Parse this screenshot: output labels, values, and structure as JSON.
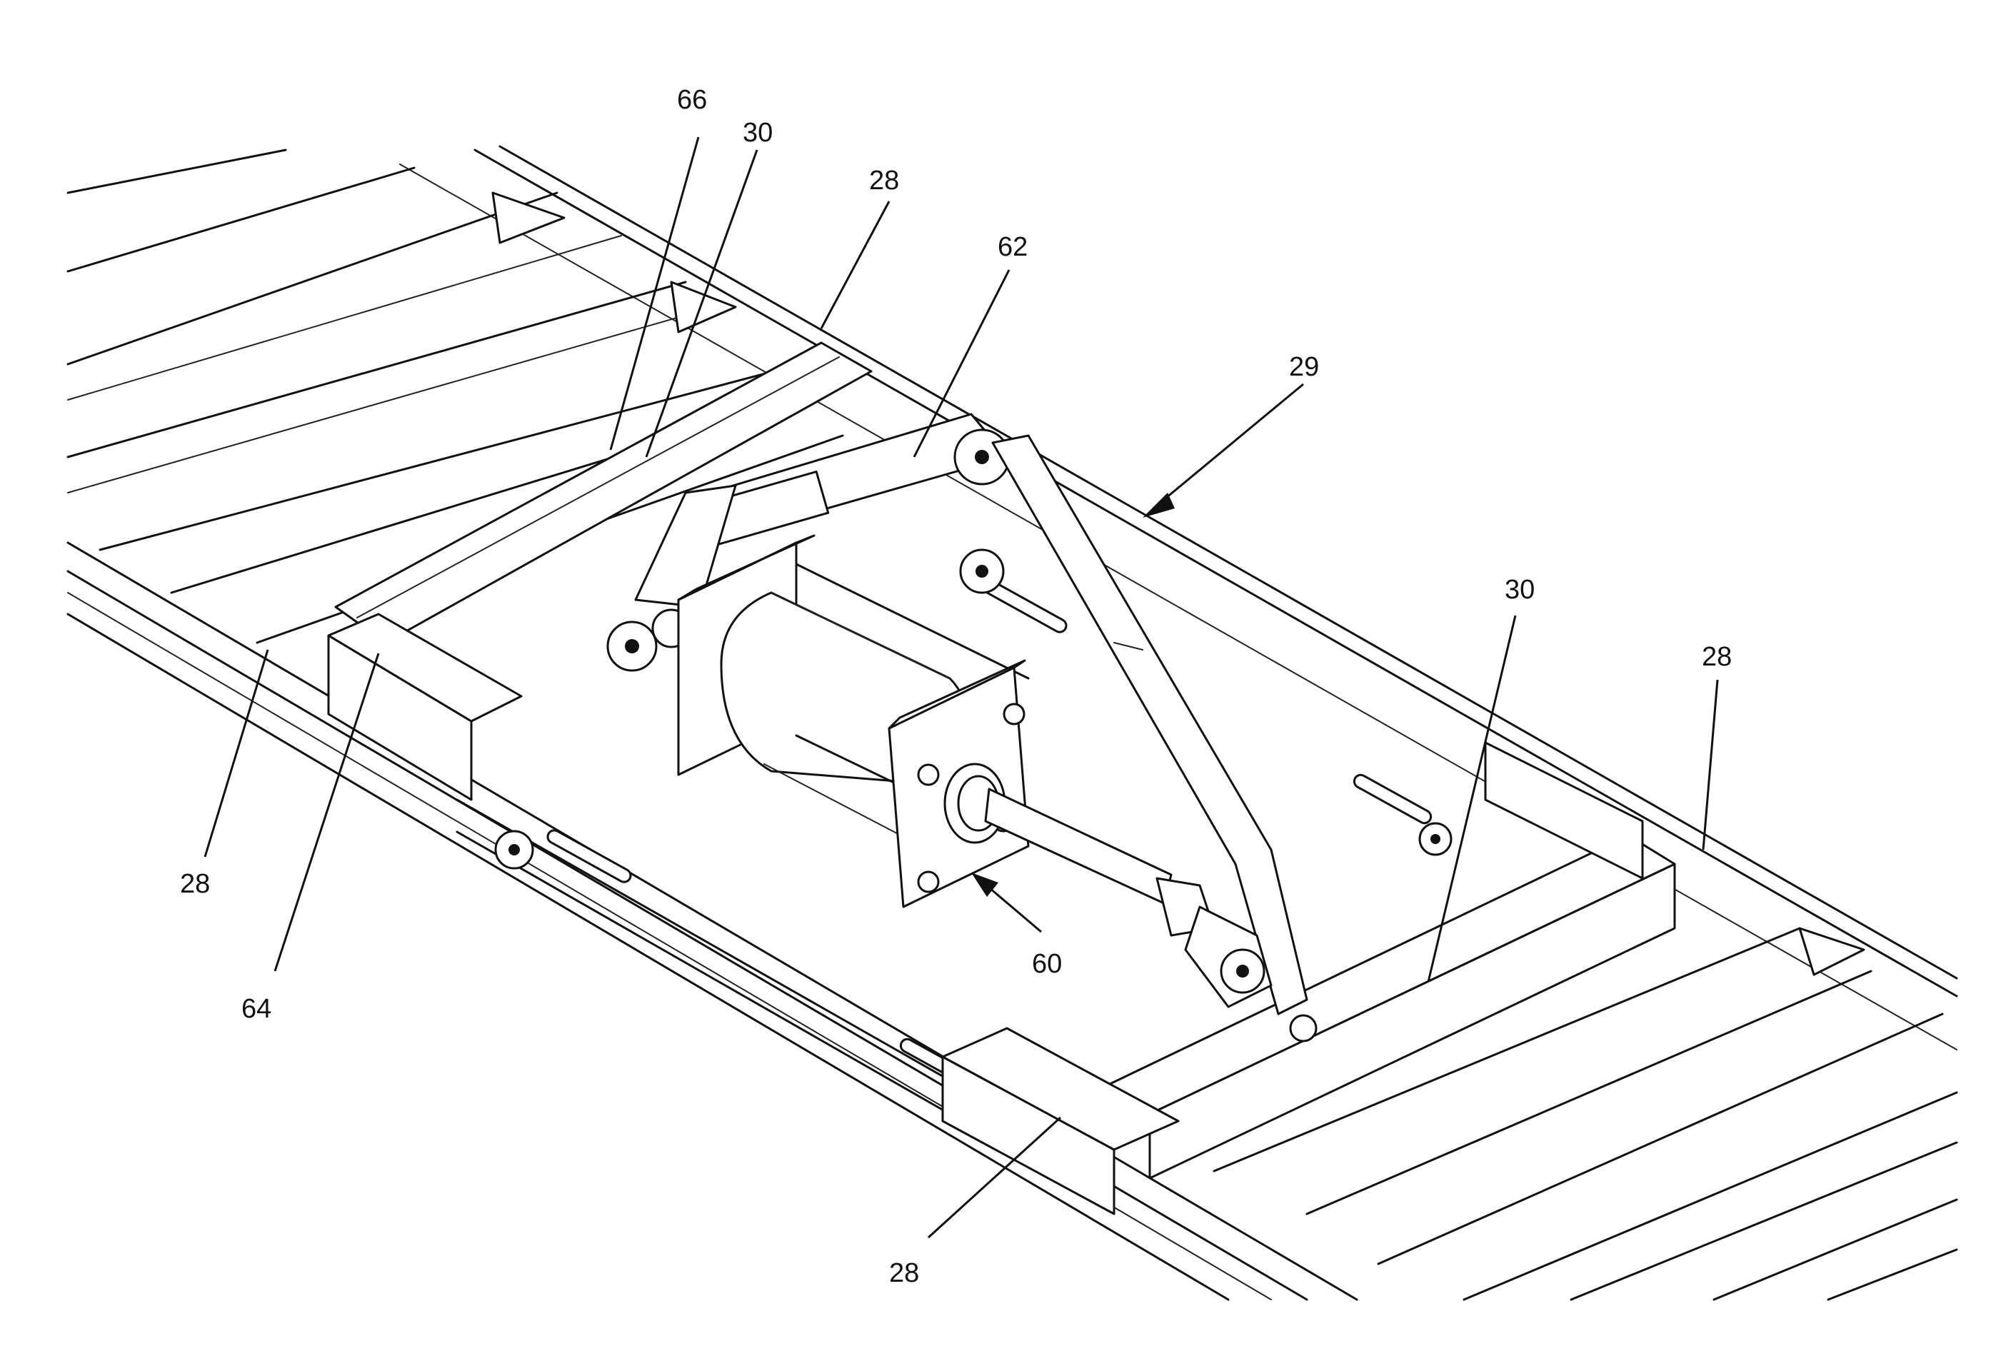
{
  "figure": {
    "colors": {
      "line": "#111111",
      "background": "#ffffff"
    },
    "labels": {
      "l66": "66",
      "l30a": "30",
      "l28a": "28",
      "l62": "62",
      "l29": "29",
      "l30b": "30",
      "l28b": "28",
      "l28c": "28",
      "l64": "64",
      "l60": "60",
      "l28d": "28"
    }
  }
}
